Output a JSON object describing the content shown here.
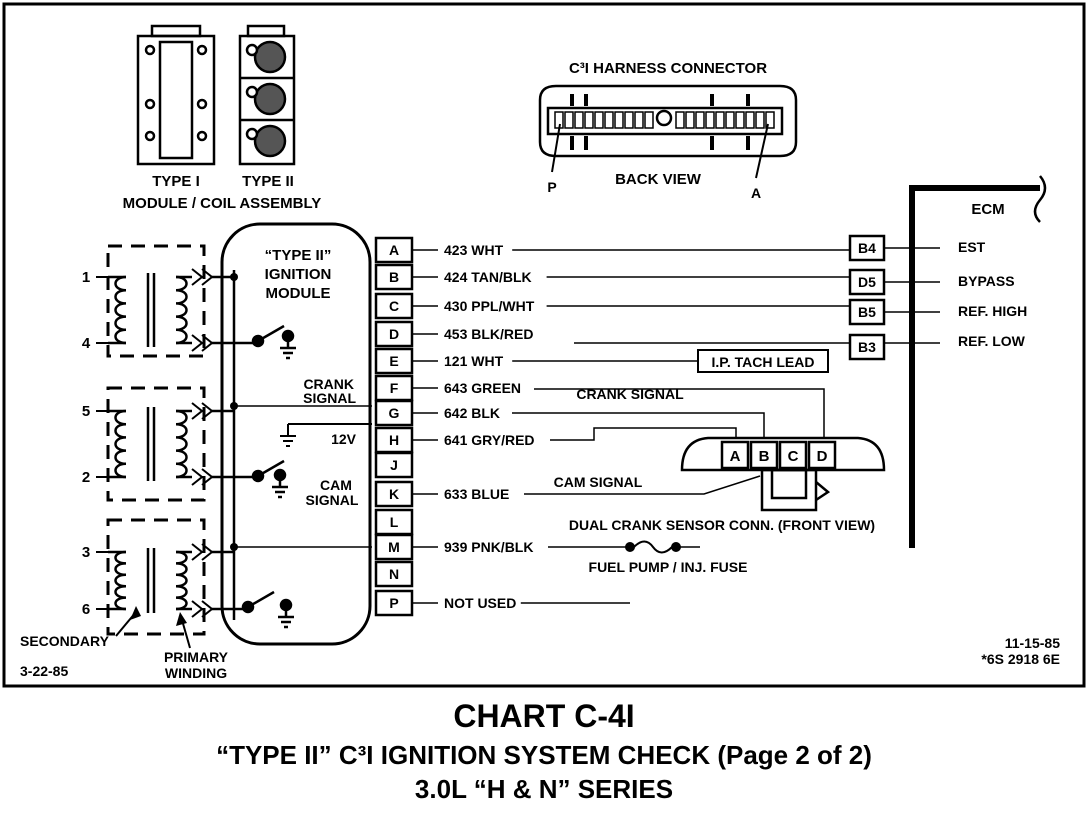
{
  "harness": {
    "title": "C³I HARNESS CONNECTOR",
    "view": "BACK VIEW",
    "pin_p": "P",
    "pin_a": "A"
  },
  "module_types": {
    "type1": "TYPE I",
    "type2": "TYPE II",
    "caption": "MODULE / COIL ASSEMBLY"
  },
  "ecm": {
    "label": "ECM"
  },
  "ignition_module": {
    "title_line1": "“TYPE II”",
    "title_line2": "IGNITION",
    "title_line3": "MODULE",
    "crank_line1": "CRANK",
    "crank_line2": "SIGNAL",
    "volt": "12V",
    "cam_line1": "CAM",
    "cam_line2": "SIGNAL"
  },
  "coil_numbers": [
    "1",
    "4",
    "5",
    "2",
    "3",
    "6"
  ],
  "coil_labels": {
    "secondary": "SECONDARY",
    "primary_line1": "PRIMARY",
    "primary_line2": "WINDING"
  },
  "connector_pins": [
    "A",
    "B",
    "C",
    "D",
    "E",
    "F",
    "G",
    "H",
    "J",
    "K",
    "L",
    "M",
    "N",
    "P"
  ],
  "wires": {
    "A": "423 WHT",
    "B": "424 TAN/BLK",
    "C": "430 PPL/WHT",
    "D": "453 BLK/RED",
    "E": "121 WHT",
    "F": "643 GREEN",
    "G": "642 BLK",
    "H": "641 GRY/RED",
    "K": "633 BLUE",
    "M": "939 PNK/BLK",
    "P": "NOT USED"
  },
  "ecm_terminals": [
    {
      "pin": "B4",
      "signal": "EST"
    },
    {
      "pin": "D5",
      "signal": "BYPASS"
    },
    {
      "pin": "B5",
      "signal": "REF. HIGH"
    },
    {
      "pin": "B3",
      "signal": "REF. LOW"
    }
  ],
  "tach_lead": "I.P. TACH LEAD",
  "crank_signal": "CRANK SIGNAL",
  "cam_signal": "CAM SIGNAL",
  "sensor_pins": [
    "A",
    "B",
    "C",
    "D"
  ],
  "sensor_caption": "DUAL CRANK SENSOR CONN. (FRONT VIEW)",
  "fuse_caption": "FUEL PUMP / INJ. FUSE",
  "date_left": "3-22-85",
  "date_right": "11-15-85",
  "part_number": "*6S 2918 6E",
  "caption": {
    "title": "CHART C-4I",
    "subtitle": "“TYPE II” C³I IGNITION SYSTEM CHECK (Page 2 of 2)",
    "series": "3.0L “H & N” SERIES"
  }
}
